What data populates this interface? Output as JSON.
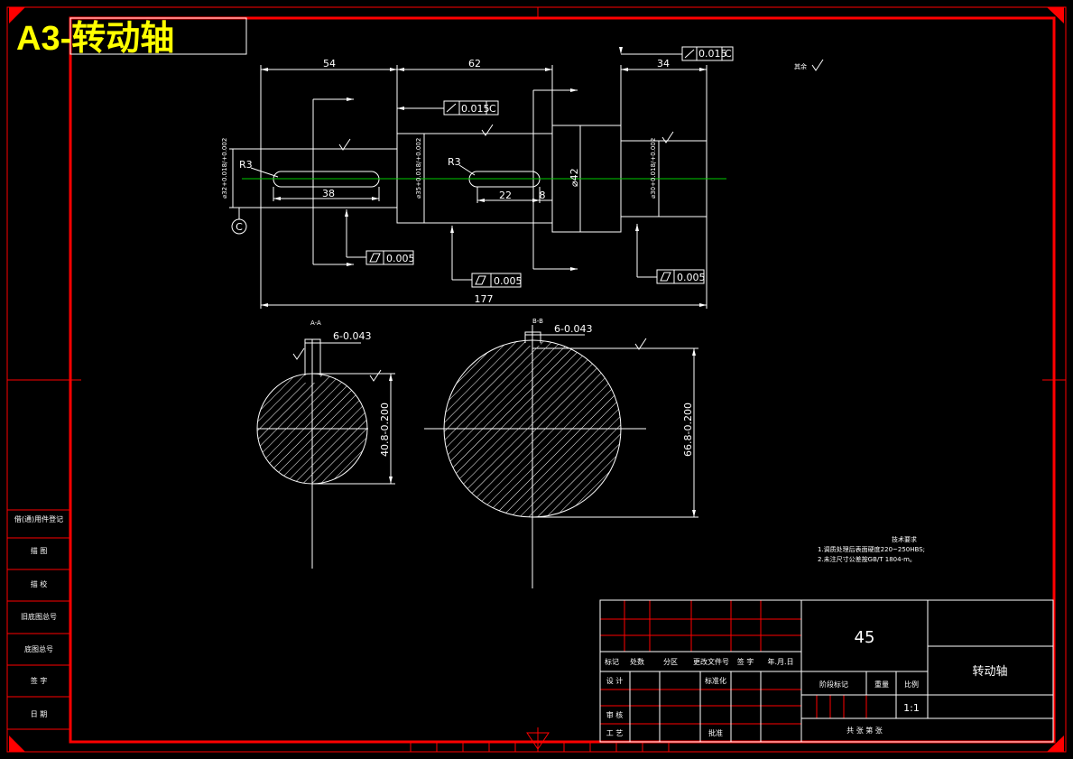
{
  "title": "A3-转动轴",
  "margin_labels": [
    "借(通)用件登记",
    "描 图",
    "描 校",
    "旧底图总号",
    "底图总号",
    "签 字",
    "日 期"
  ],
  "dimensions": {
    "len_54": "54",
    "len_62": "62",
    "len_34": "34",
    "len_177": "177",
    "len_38": "38",
    "len_22": "22",
    "len_8": "8",
    "dia_32": "⌀32+0.018/+0.002",
    "dia_35": "⌀35+0.018/+0.002",
    "dia_42": "⌀42",
    "dia_30": "⌀30+0.018/+0.002",
    "r3_left": "R3",
    "r3_right": "R3",
    "key_left": "6-0.043",
    "key_right": "6-0.043",
    "sec_left": "40.8-0.200",
    "sec_right": "66.8-0.200",
    "tol_runout": "0.015",
    "tol_datum": "C",
    "tol_cyl": "0.005",
    "datum_label": "C",
    "section_aa": "A-A",
    "section_bb": "B-B",
    "rough_note": "其余"
  },
  "tech_requirements": {
    "heading": "技术要求",
    "items": [
      "1.调质处理后表面硬度220~250HBS;",
      "2.未注尺寸公差按GB/T 1804-m。"
    ]
  },
  "title_block": {
    "material": "45",
    "part_name": "转动轴",
    "row_headers": [
      "标记",
      "处数",
      "分区",
      "更改文件号",
      "签 字",
      "年.月.日"
    ],
    "design": "设 计",
    "standardize": "标准化",
    "check": "审 核",
    "process": "工 艺",
    "approve": "批准",
    "stage_mark": "阶段标记",
    "weight": "重量",
    "scale_label": "比例",
    "scale_value": "1:1",
    "sheets": "共 张 第 张"
  }
}
